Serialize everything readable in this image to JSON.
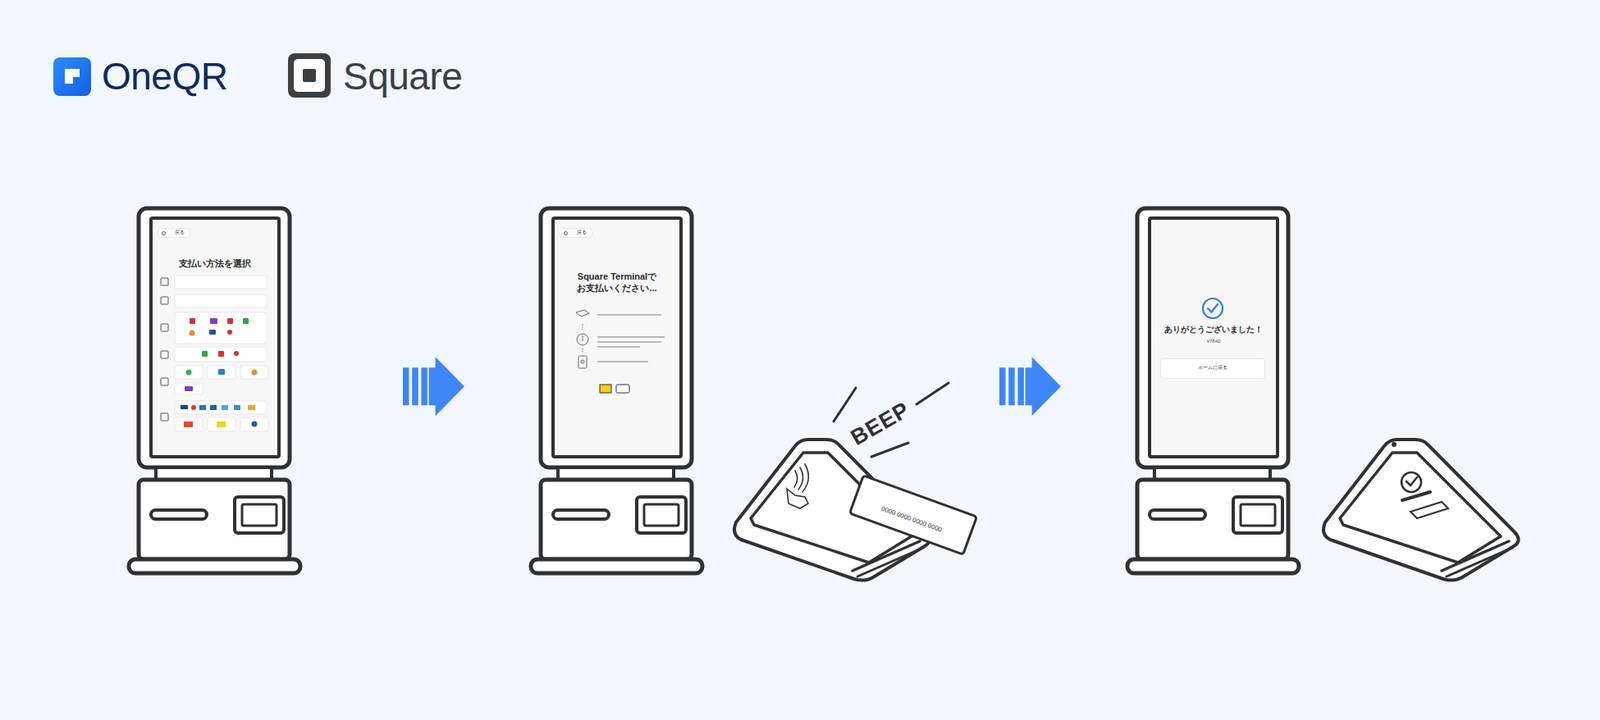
{
  "diagram": {
    "nodes": [
      {
        "text": [
          "支払い方法を選択"
        ]
      },
      {
        "text": [
          "戻る"
        ],
        "in": 0
      },
      {
        "text": [
          "Square Terminalで お支払いください..."
        ]
      },
      {
        "text": [
          "戻る"
        ],
        "in": 2
      },
      {
        "text": [
          "0000 0000 0000 0000"
        ]
      },
      {
        "text": [
          "ありがとうございました！",
          "¥7840"
        ]
      },
      {
        "text": [
          "ホームに戻る"
        ],
        "in": 5
      }
    ],
    "edges": [
      {
        "from": 0,
        "to": 2,
        "arrow": "to"
      },
      {
        "from": 2,
        "to": 5,
        "arrow": "to"
      }
    ],
    "labels": [
      "OneQR",
      "Square",
      "BEEP"
    ]
  }
}
